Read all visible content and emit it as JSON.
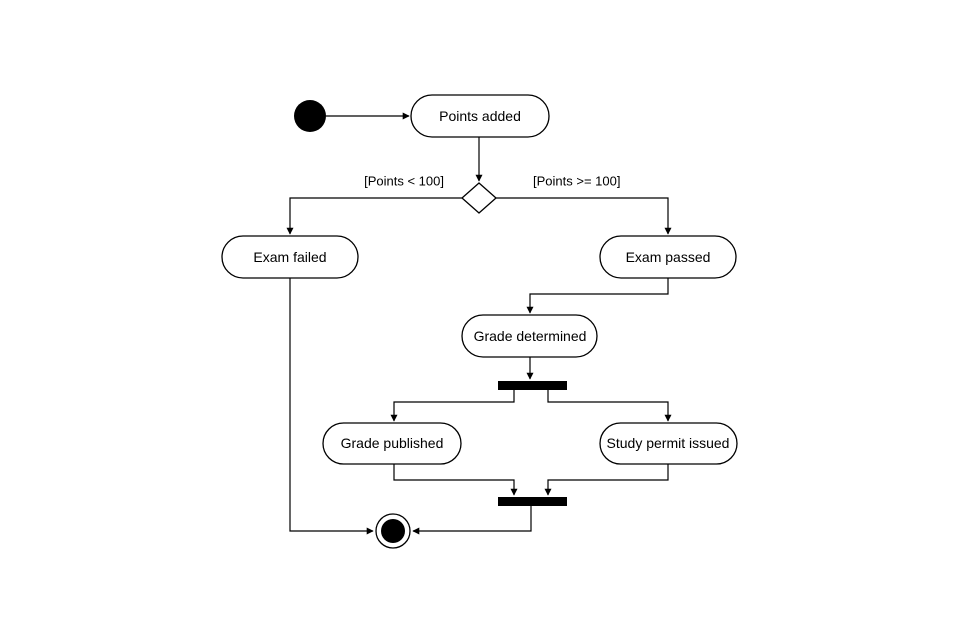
{
  "diagram": {
    "type": "uml-activity",
    "nodes": {
      "start": {
        "kind": "initial"
      },
      "points_added": {
        "kind": "action",
        "label": "Points added"
      },
      "decision": {
        "kind": "decision"
      },
      "exam_failed": {
        "kind": "action",
        "label": "Exam failed"
      },
      "exam_passed": {
        "kind": "action",
        "label": "Exam passed"
      },
      "grade_determined": {
        "kind": "action",
        "label": "Grade determined"
      },
      "fork": {
        "kind": "fork"
      },
      "grade_published": {
        "kind": "action",
        "label": "Grade published"
      },
      "study_permit_issued": {
        "kind": "action",
        "label": "Study permit issued"
      },
      "join": {
        "kind": "join"
      },
      "end": {
        "kind": "final"
      }
    },
    "guards": {
      "fail": "[Points < 100]",
      "pass": "[Points >= 100]"
    },
    "edges": [
      {
        "from": "start",
        "to": "points_added"
      },
      {
        "from": "points_added",
        "to": "decision"
      },
      {
        "from": "decision",
        "to": "exam_failed",
        "guard": "[Points < 100]"
      },
      {
        "from": "decision",
        "to": "exam_passed",
        "guard": "[Points >= 100]"
      },
      {
        "from": "exam_passed",
        "to": "grade_determined"
      },
      {
        "from": "grade_determined",
        "to": "fork"
      },
      {
        "from": "fork",
        "to": "grade_published"
      },
      {
        "from": "fork",
        "to": "study_permit_issued"
      },
      {
        "from": "grade_published",
        "to": "join"
      },
      {
        "from": "study_permit_issued",
        "to": "join"
      },
      {
        "from": "join",
        "to": "end"
      },
      {
        "from": "exam_failed",
        "to": "end"
      }
    ]
  }
}
